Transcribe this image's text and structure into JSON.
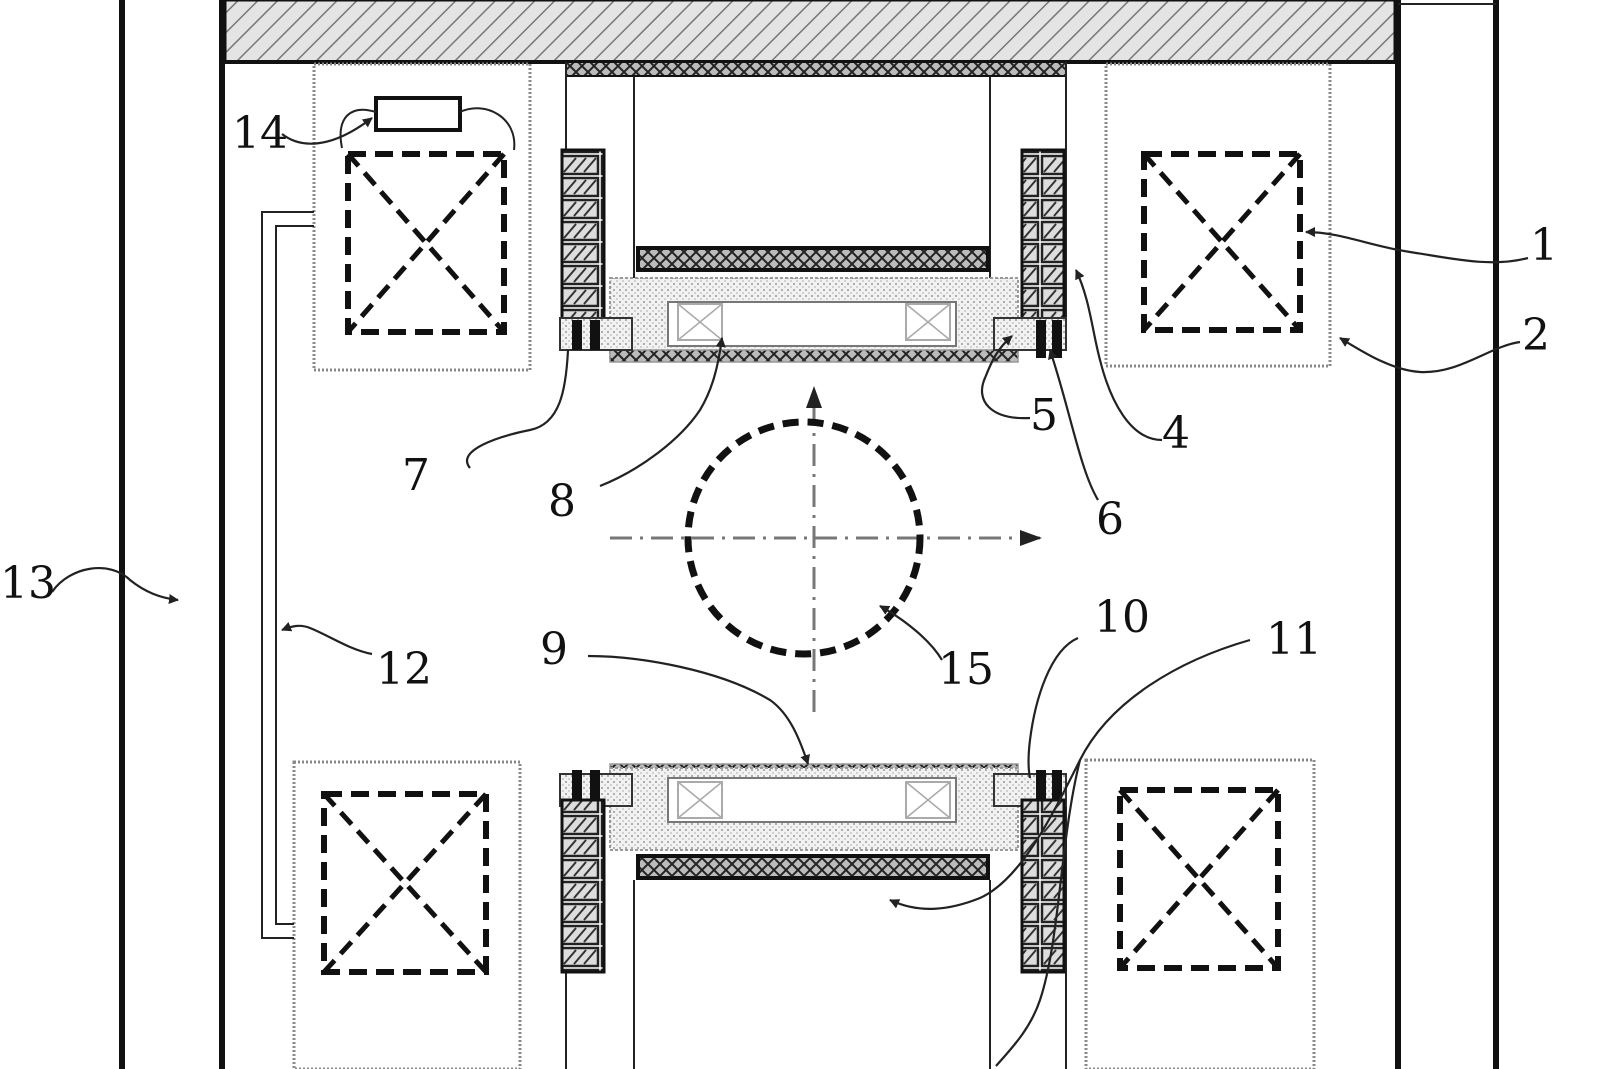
{
  "diagram": {
    "labels": {
      "l1": "1",
      "l2": "2",
      "l4": "4",
      "l5": "5",
      "l6": "6",
      "l7": "7",
      "l8": "8",
      "l9": "9",
      "l10": "10",
      "l11": "11",
      "l12": "12",
      "l13": "13",
      "l14": "14",
      "l15": "15"
    },
    "colors": {
      "line": "#111111",
      "grey_outline": "#888888",
      "hatch_fill": "#dddddd",
      "background": "#ffffff"
    }
  }
}
